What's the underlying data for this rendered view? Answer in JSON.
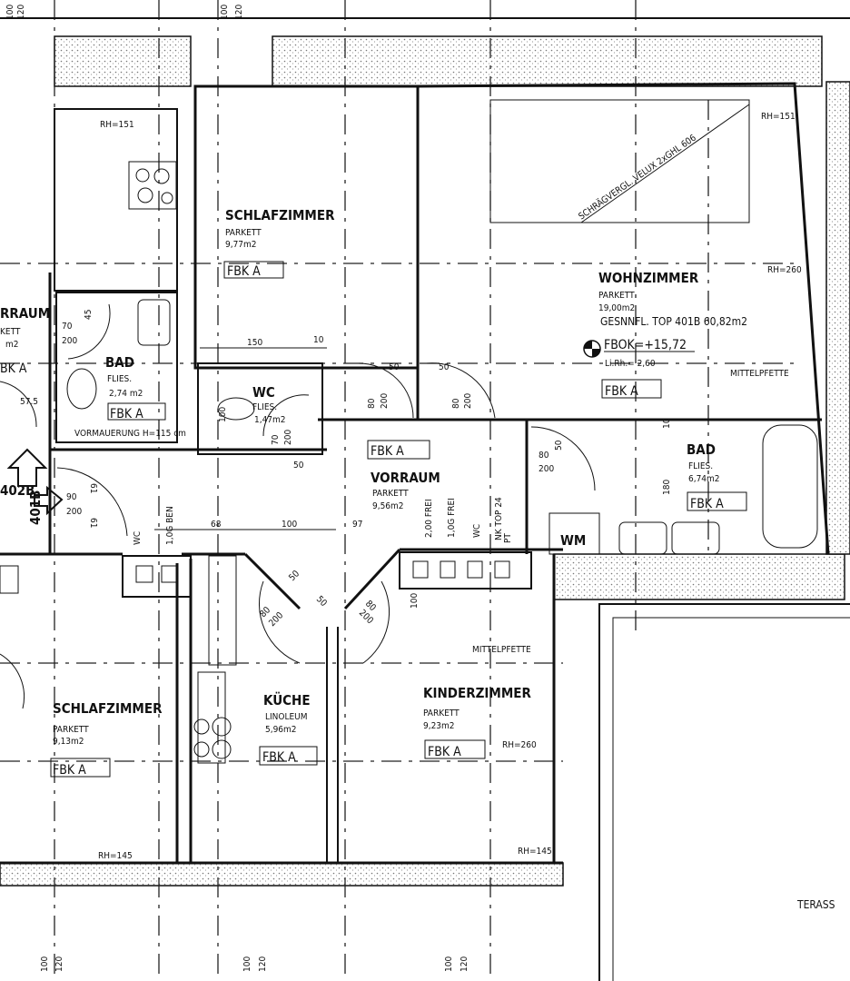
{
  "margin_marks": {
    "a": "100",
    "b": "120"
  },
  "rooms": {
    "vorraum_left": {
      "name": "RRAUM",
      "floor": "KETT",
      "area": "m2",
      "fbk": "BK   A",
      "dim": "57.5"
    },
    "kitchen_top": {
      "rh": "RH=151"
    },
    "schlafzimmer_top": {
      "name": "SCHLAFZIMMER",
      "floor": "PARKETT",
      "area": "9,77m2",
      "fbk": "FBK    A"
    },
    "bad_small": {
      "name": "BAD",
      "floor": "FLIES.",
      "area": "2,74 m2",
      "fbk": "FBK    A",
      "note": "VORMAUERUNG  H=115 cm",
      "door_w": "70",
      "door_h": "200",
      "dim": "45"
    },
    "wc_top": {
      "name": "WC",
      "floor": "FLIES.",
      "area": "1,47m2",
      "door_w": "70",
      "door_h": "200",
      "dim": "100"
    },
    "wohnzimmer": {
      "name": "WOHNZIMMER",
      "floor": "PARKETT",
      "area": "19,00m2",
      "total": "GESNNFL.  TOP  401B  60,82m2",
      "fbok": "FBOK=+15,72",
      "lirh": "Li.Rh.= 2,60",
      "fbk": "FBK    A",
      "rh_top": "RH=151",
      "rh_side": "RH=260",
      "beam": "MITTELPFETTE",
      "skylight": "SCHRÄGVERGL. VELUX  2xGHL 606"
    },
    "bad_large": {
      "name": "BAD",
      "floor": "FLIES.",
      "area": "6,74m2",
      "fbk": "FBK    A",
      "door_w": "80",
      "door_h": "200",
      "dim_50": "50",
      "dim_10": "10",
      "dim_180": "180",
      "wm": "WM"
    },
    "vorraum": {
      "name": "VORRAUM",
      "floor": "PARKETT",
      "area": "9,56m2",
      "fbk": "FBK    A",
      "shaft1": "2,00 FREI",
      "shaft2": "1,0G FREI",
      "shaft3": "WC",
      "shaft4": "NK  TOP 24",
      "shaft5": "PT"
    },
    "entrance": {
      "top1": "402B",
      "top2": "401B",
      "door_w": "90",
      "door_h": "200",
      "d1": "61",
      "d2": "61"
    },
    "shafts_left": {
      "s1": "WC",
      "s2": "1,0G BEN"
    },
    "schlafzimmer_bottom": {
      "name": "SCHLAFZIMMER",
      "floor": "PARKETT",
      "area": "9,13m2",
      "fbk": "FBK    A",
      "rh": "RH=145"
    },
    "kueche": {
      "name": "KÜCHE",
      "floor": "LINOLEUM",
      "area": "5,96m2",
      "fbk": "FBK    A"
    },
    "kinderzimmer": {
      "name": "KINDERZIMMER",
      "floor": "PARKETT",
      "area": "9,23m2",
      "fbk": "FBK    A",
      "rh": "RH=260",
      "beam": "MITTELPFETTE",
      "rh_low": "RH=145",
      "dim": "100"
    },
    "terrace": {
      "name": "TERASS"
    }
  },
  "dimensions": {
    "d150": "150",
    "d10": "10",
    "d50a": "50",
    "d80a": "80",
    "d200a": "200",
    "d50b": "50",
    "d80b": "80",
    "d200b": "200",
    "d68": "68",
    "d100": "100",
    "d97": "97",
    "d50c": "50",
    "d50d": "50",
    "d50e": "50",
    "d80c": "80",
    "d200c": "200",
    "d80d": "80",
    "d200d": "200"
  }
}
